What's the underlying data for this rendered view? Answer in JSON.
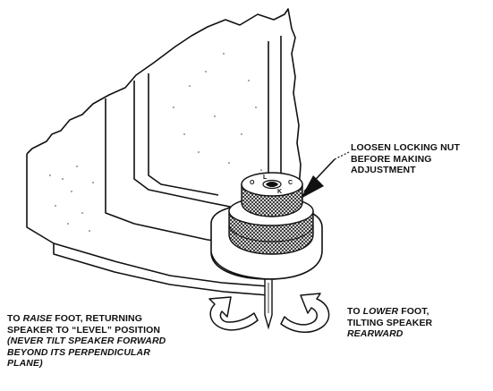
{
  "callouts": {
    "loosen": {
      "line1": "LOOSEN LOCKING NUT",
      "line2": "BEFORE MAKING",
      "line3": "ADJUSTMENT"
    },
    "raise": {
      "line1_a": "TO ",
      "line1_em": "RAISE",
      "line1_b": " FOOT, RETURNING",
      "line2": "SPEAKER TO “LEVEL” POSITION",
      "line3": "(NEVER TILT SPEAKER FORWARD",
      "line4": "BEYOND ITS PERPENDICULAR",
      "line5": "PLANE)"
    },
    "lower": {
      "line1_a": "TO ",
      "line1_em": "LOWER",
      "line1_b": " FOOT,",
      "line2": "TILTING SPEAKER",
      "line3": "REARWARD"
    }
  },
  "nut_markings": {
    "letter_top": "L",
    "letter_left": "O",
    "letter_right": "C",
    "letter_bottom": "K"
  }
}
